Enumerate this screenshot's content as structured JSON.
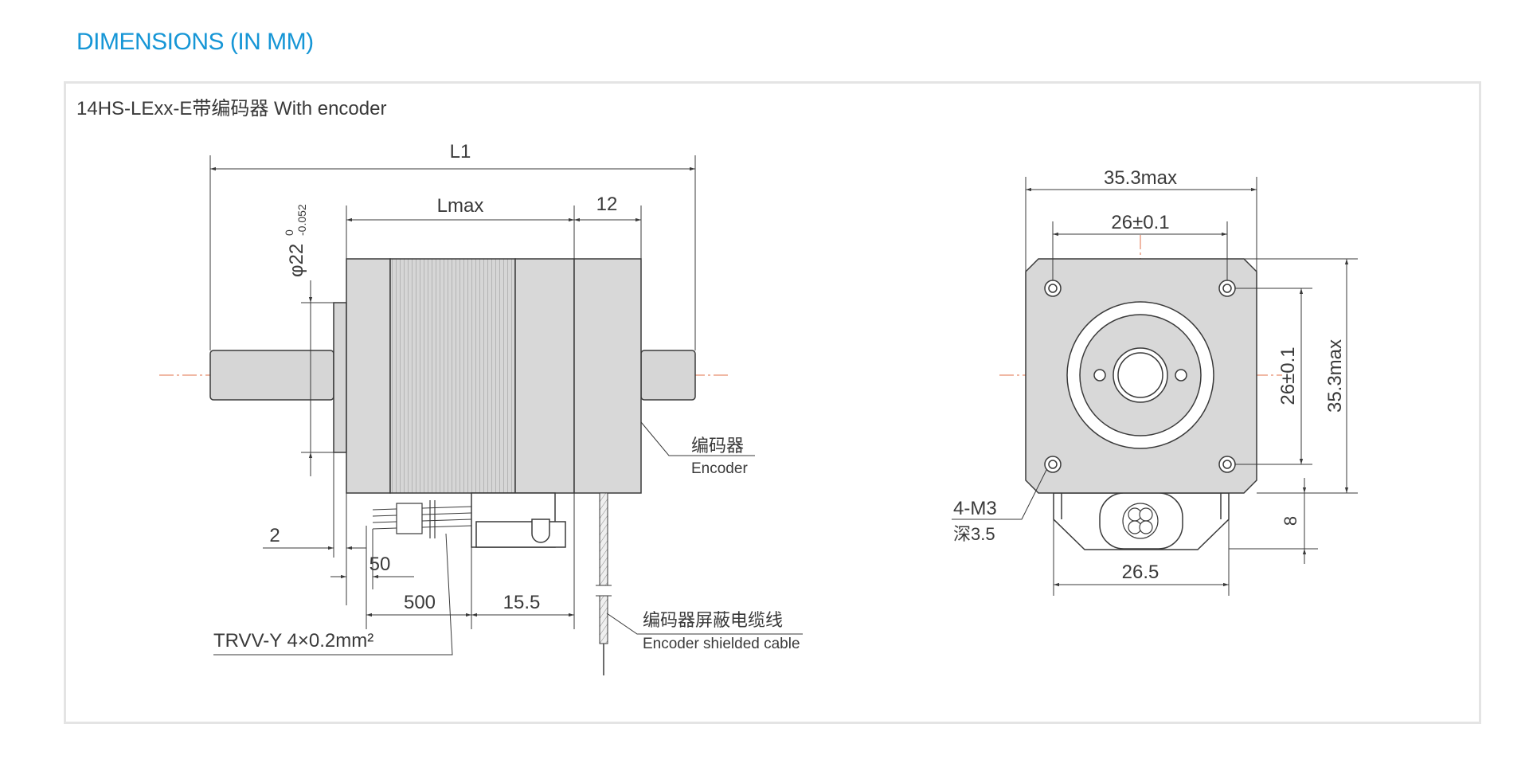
{
  "page": {
    "heading": "DIMENSIONS (IN MM)",
    "subtitle": "14HS-LExx-E带编码器   With encoder"
  },
  "side_view": {
    "dim_total": "L1",
    "dim_motor": "Lmax",
    "dim_encoder": "12",
    "dim_boss": "φ22",
    "dim_boss_tol_upper": "0",
    "dim_boss_tol_lower": "-0.052",
    "encoder_cn": "编码器",
    "encoder_en": "Encoder",
    "dim_2": "2",
    "dim_50": "50",
    "dim_500": "500",
    "dim_15_5": "15.5",
    "wire_spec": "TRVV-Y 4×0.2mm²",
    "cable_cn": "编码器屏蔽电缆线",
    "cable_en": "Encoder shielded cable"
  },
  "end_view": {
    "dim_width": "35.3max",
    "dim_hole_h": "26±0.1",
    "dim_hole_v": "26±0.1",
    "dim_height": "35.3max",
    "holes_label": "4-M3",
    "holes_depth": "深3.5",
    "dim_8": "8",
    "dim_26_5": "26.5"
  },
  "colors": {
    "heading": "#1696d6",
    "body_fill": "#d9d9d9",
    "line": "#3a3a3a",
    "center_line": "#e0704a"
  }
}
